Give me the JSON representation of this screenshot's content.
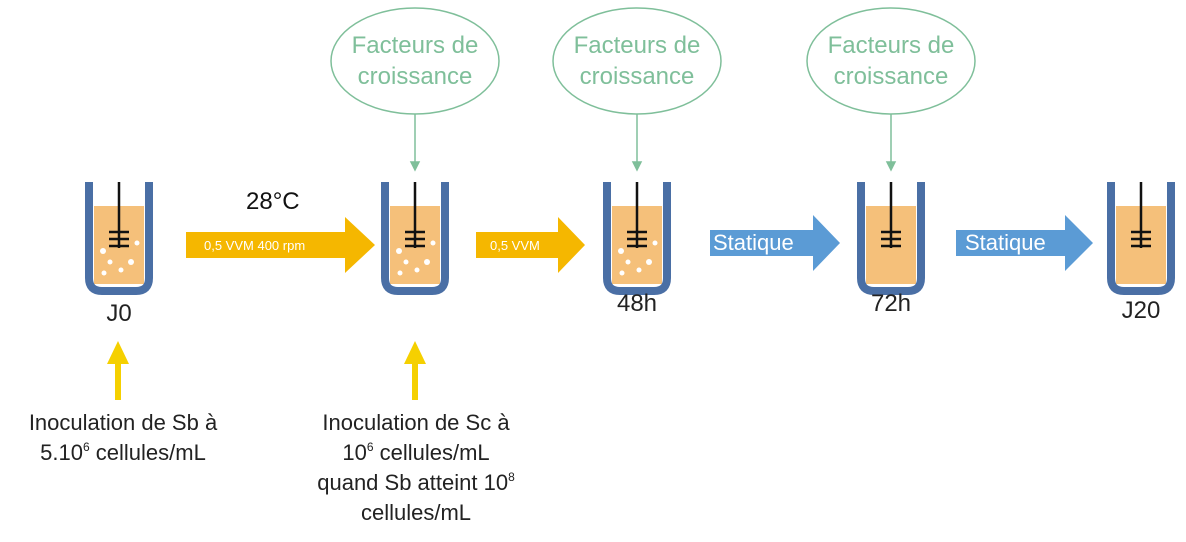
{
  "bubbles": [
    {
      "line1": "Facteurs de",
      "line2": "croissance"
    },
    {
      "line1": "Facteurs de",
      "line2": "croissance"
    },
    {
      "line1": "Facteurs de",
      "line2": "croissance"
    }
  ],
  "vessel_labels": {
    "v1": "J0",
    "v3": "48h",
    "v4": "72h",
    "v5": "J20"
  },
  "temperature": "28°C",
  "arrows": {
    "a1": "0,5 VVM 400 rpm",
    "a2": "0,5 VVM",
    "a3": "Statique",
    "a4": "Statique"
  },
  "notes": {
    "left": {
      "l1": "Inoculation de Sb à",
      "l2_pre": "5.10",
      "l2_sup": "6",
      "l2_post": " cellules/mL"
    },
    "right": {
      "l1": "Inoculation de Sc à",
      "l2_pre": "10",
      "l2_sup": "6",
      "l2_post": " cellules/mL",
      "l3_pre": "quand Sb atteint 10",
      "l3_sup": "8",
      "l4": "cellules/mL"
    }
  },
  "colors": {
    "vessel": "#4a6fa5",
    "liquid": "#f5c07a",
    "bubble_outline": "#7fbf9a",
    "yellow_arrow": "#f5b700",
    "blue_arrow": "#5b9bd5"
  }
}
